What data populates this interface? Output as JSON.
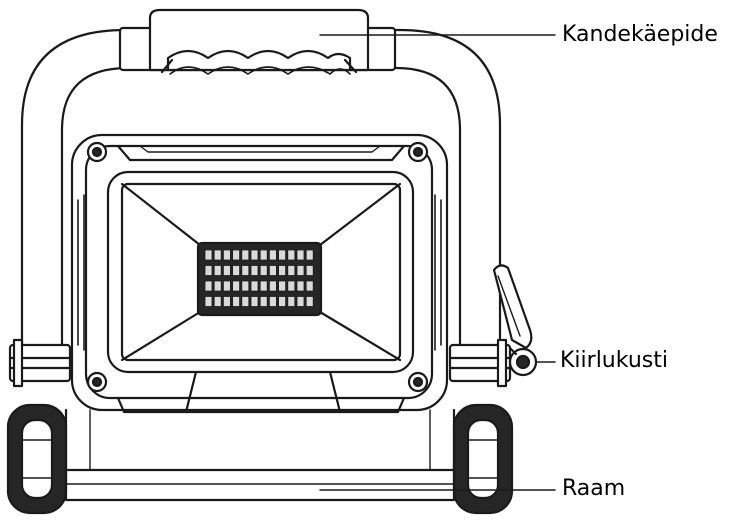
{
  "labels": {
    "carry_handle": "Kandekäepide",
    "quick_lock": "Kiirlukusti",
    "frame": "Raam"
  },
  "colors": {
    "stroke": "#1a1a1a",
    "light_fill": "#ffffff",
    "dark_fill": "#262626",
    "mid_fill": "#9a9a9a",
    "led_fill": "#d9d9d9"
  },
  "led_grid": {
    "rows": 4,
    "columns": 12
  }
}
